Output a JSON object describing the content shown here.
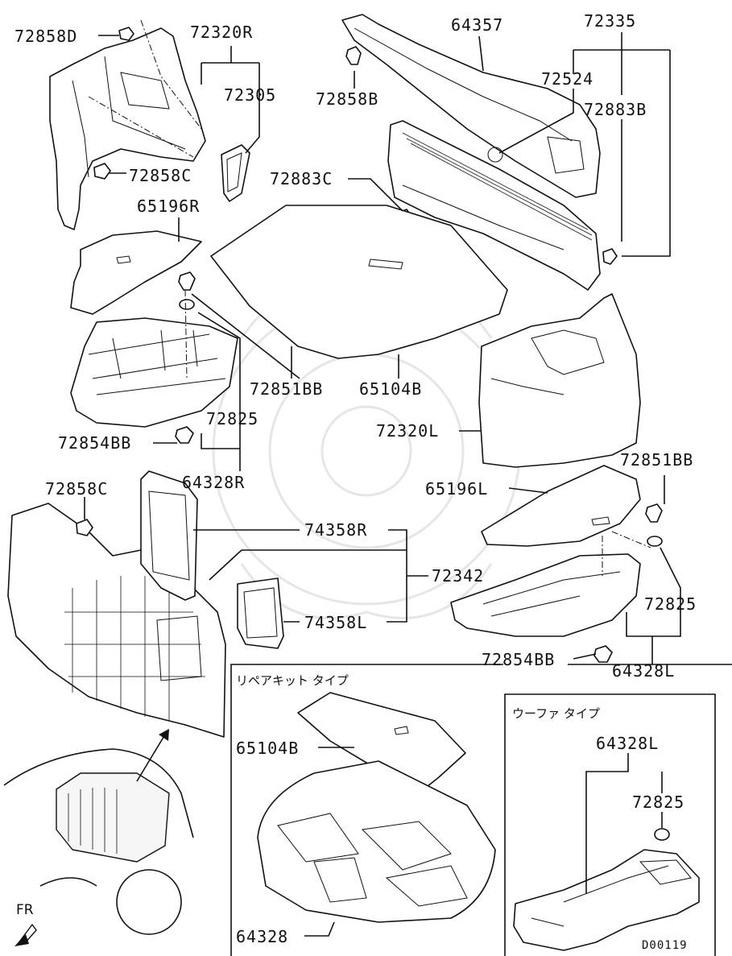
{
  "diagram_code": "D00119",
  "direction_label": "FR",
  "boxes": {
    "repair_kit_type": "リペアキット タイプ",
    "woofer_type": "ウーファ タイプ"
  },
  "labels": {
    "p72858D": "72858D",
    "p72320R": "72320R",
    "p72305": "72305",
    "p72858C_top": "72858C",
    "p65196R": "65196R",
    "p64357": "64357",
    "p72858B": "72858B",
    "p72335": "72335",
    "p72524": "72524",
    "p72883B": "72883B",
    "p72883C": "72883C",
    "p72851BB_left": "72851BB",
    "p65104B_top": "65104B",
    "p72825_left": "72825",
    "p72854BB_left": "72854BB",
    "p64328R": "64328R",
    "p72320L": "72320L",
    "p72851BB_right": "72851BB",
    "p65196L": "65196L",
    "p72858C_mid": "72858C",
    "p74358R": "74358R",
    "p72342": "72342",
    "p74358L": "74358L",
    "p72825_right": "72825",
    "p72854BB_right": "72854BB",
    "p64328L_right": "64328L",
    "p65104B_box": "65104B",
    "p64328": "64328",
    "p64328L_box": "64328L",
    "p72825_box": "72825"
  }
}
